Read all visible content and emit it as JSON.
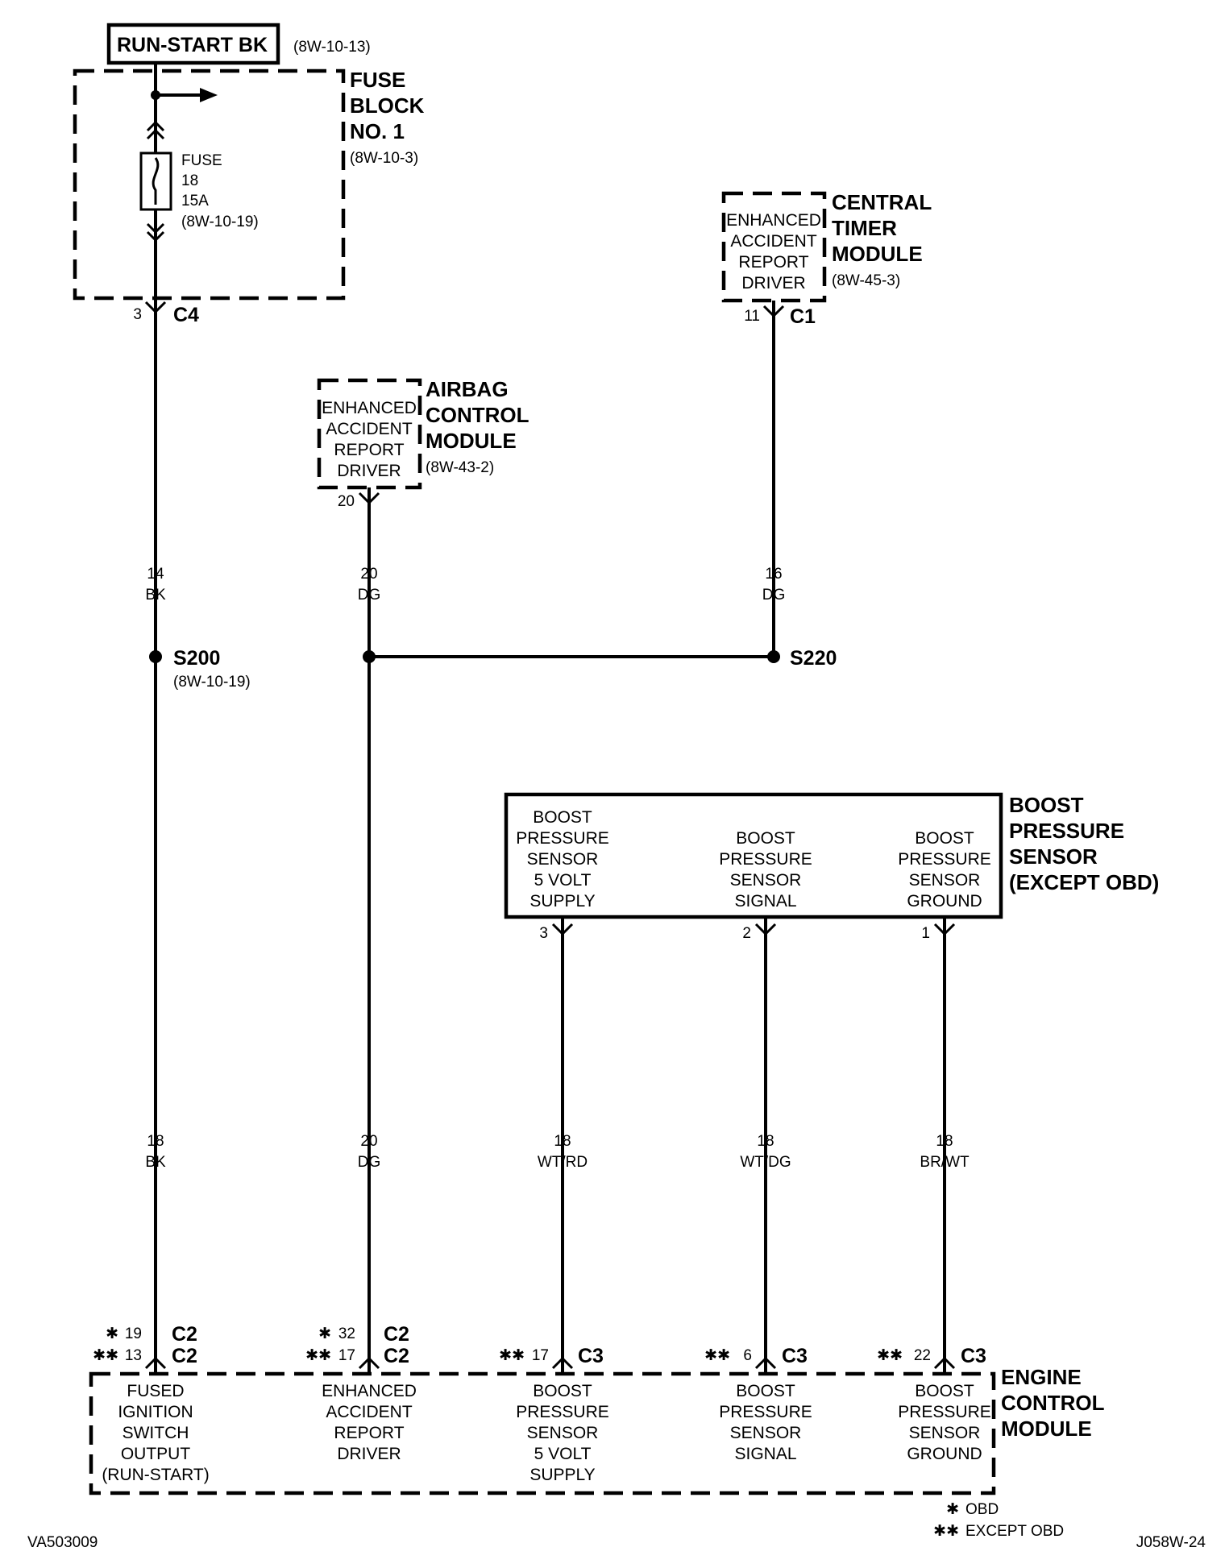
{
  "run_start": {
    "label": "RUN-START BK",
    "ref": "(8W-10-13)"
  },
  "fuse_block": {
    "title_lines": [
      "FUSE",
      "BLOCK",
      "NO. 1"
    ],
    "ref": "(8W-10-3)",
    "fuse_lines": [
      "FUSE",
      "18",
      "15A",
      "(8W-10-19)"
    ],
    "connector_pin": "3",
    "connector": "C4"
  },
  "central_timer": {
    "title_lines": [
      "CENTRAL",
      "TIMER",
      "MODULE"
    ],
    "ref": "(8W-45-3)",
    "box_lines": [
      "ENHANCED",
      "ACCIDENT",
      "REPORT",
      "DRIVER"
    ],
    "connector_pin": "11",
    "connector": "C1"
  },
  "airbag": {
    "title_lines": [
      "AIRBAG",
      "CONTROL",
      "MODULE"
    ],
    "ref": "(8W-43-2)",
    "box_lines": [
      "ENHANCED",
      "ACCIDENT",
      "REPORT",
      "DRIVER"
    ],
    "connector_pin": "20"
  },
  "wires_upper": [
    {
      "gauge": "14",
      "color": "BK"
    },
    {
      "gauge": "20",
      "color": "DG"
    },
    {
      "gauge": "16",
      "color": "DG"
    }
  ],
  "splices": {
    "s200": {
      "label": "S200",
      "ref": "(8W-10-19)"
    },
    "s220": {
      "label": "S220"
    }
  },
  "boost_sensor": {
    "title_lines": [
      "BOOST",
      "PRESSURE",
      "SENSOR",
      "(EXCEPT OBD)"
    ],
    "pins": [
      {
        "lines": [
          "BOOST",
          "PRESSURE",
          "SENSOR",
          "5 VOLT",
          "SUPPLY"
        ],
        "pin": "3"
      },
      {
        "lines": [
          "BOOST",
          "PRESSURE",
          "SENSOR",
          "SIGNAL"
        ],
        "pin": "2"
      },
      {
        "lines": [
          "BOOST",
          "PRESSURE",
          "SENSOR",
          "GROUND"
        ],
        "pin": "1"
      }
    ]
  },
  "wires_lower": [
    {
      "gauge": "18",
      "color": "BK"
    },
    {
      "gauge": "20",
      "color": "DG"
    },
    {
      "gauge": "18",
      "color": "WT/RD"
    },
    {
      "gauge": "18",
      "color": "WT/DG"
    },
    {
      "gauge": "18",
      "color": "BR/WT"
    }
  ],
  "ecm": {
    "title_lines": [
      "ENGINE",
      "CONTROL",
      "MODULE"
    ],
    "pins": [
      {
        "lines": [
          "FUSED",
          "IGNITION",
          "SWITCH",
          "OUTPUT",
          "(RUN-START)"
        ],
        "obd_mark": "✱",
        "obd_pin": "19",
        "obd_conn": "C2",
        "except_mark": "✱✱",
        "except_pin": "13",
        "except_conn": "C2"
      },
      {
        "lines": [
          "ENHANCED",
          "ACCIDENT",
          "REPORT",
          "DRIVER"
        ],
        "obd_mark": "✱",
        "obd_pin": "32",
        "obd_conn": "C2",
        "except_mark": "✱✱",
        "except_pin": "17",
        "except_conn": "C2"
      },
      {
        "lines": [
          "BOOST",
          "PRESSURE",
          "SENSOR",
          "5 VOLT",
          "SUPPLY"
        ],
        "except_mark": "✱✱",
        "except_pin": "17",
        "except_conn": "C3"
      },
      {
        "lines": [
          "BOOST",
          "PRESSURE",
          "SENSOR",
          "SIGNAL"
        ],
        "except_mark": "✱✱",
        "except_pin": "6",
        "except_conn": "C3"
      },
      {
        "lines": [
          "BOOST",
          "PRESSURE",
          "SENSOR",
          "GROUND"
        ],
        "except_mark": "✱✱",
        "except_pin": "22",
        "except_conn": "C3"
      }
    ]
  },
  "legend": [
    {
      "mark": "✱",
      "text": "OBD"
    },
    {
      "mark": "✱✱",
      "text": "EXCEPT OBD"
    }
  ],
  "footer": {
    "left": "VA503009",
    "right": "J058W-24"
  }
}
